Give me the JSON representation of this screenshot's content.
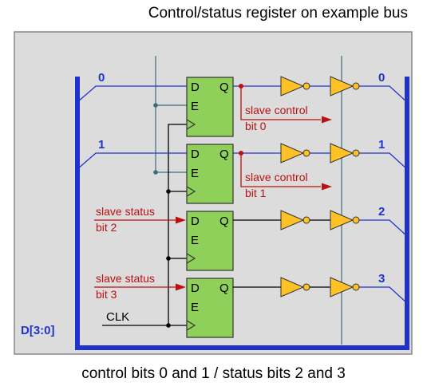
{
  "title": "Control/status register on example bus",
  "caption": "control bits 0 and 1 / status bits 2 and 3",
  "bus_label": "D[3:0]",
  "clk_label": "CLK",
  "pins": {
    "d": "D",
    "q": "Q",
    "e": "E"
  },
  "bus_lines": [
    "0",
    "1",
    "2",
    "3"
  ],
  "slave_control": [
    {
      "line1": "slave control",
      "line2": "bit 0"
    },
    {
      "line1": "slave control",
      "line2": "bit 1"
    }
  ],
  "slave_status": [
    {
      "line1": "slave status",
      "line2": "bit 2"
    },
    {
      "line1": "slave status",
      "line2": "bit 3"
    }
  ],
  "colors": {
    "bus": "#1f33cc",
    "wire": "#1f33cc",
    "flipflop": "#8ed05a",
    "buffer": "#ffc125",
    "signal": "#bb1111",
    "panel": "#dcdcdc",
    "control_wire": "#3d6b7a"
  }
}
